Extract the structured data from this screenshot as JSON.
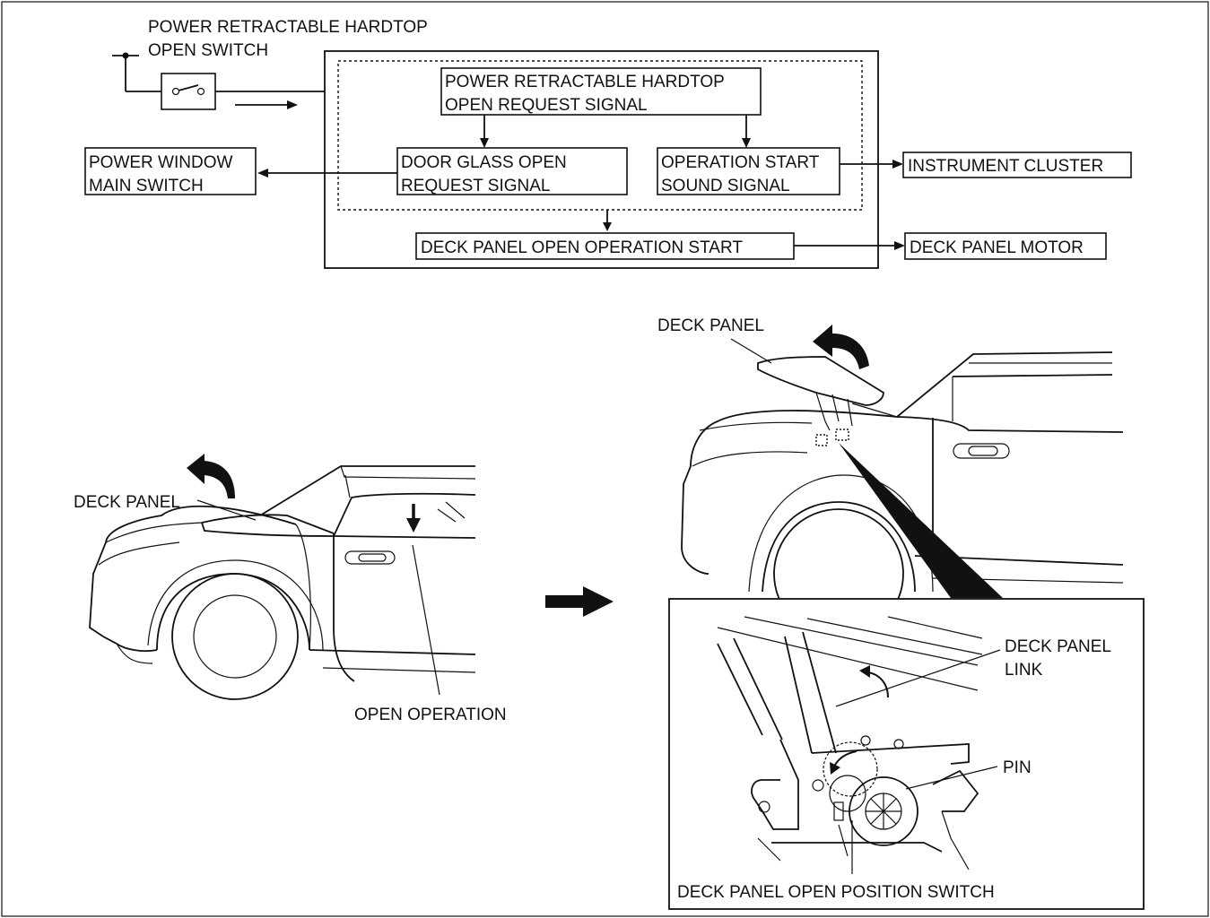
{
  "labels": {
    "switch_line1": "POWER RETRACTABLE HARDTOP",
    "switch_line2": "OPEN SWITCH",
    "request_line1": "POWER RETRACTABLE HARDTOP",
    "request_line2": "OPEN REQUEST SIGNAL",
    "door_glass_line1": "DOOR GLASS OPEN",
    "door_glass_line2": "REQUEST SIGNAL",
    "sound_line1": "OPERATION START",
    "sound_line2": "SOUND SIGNAL",
    "power_window_line1": "POWER WINDOW",
    "power_window_line2": "MAIN SWITCH",
    "instrument_cluster": "INSTRUMENT CLUSTER",
    "deck_open_start": "DECK PANEL OPEN OPERATION START",
    "deck_motor": "DECK PANEL MOTOR",
    "deck_panel_left": "DECK PANEL",
    "deck_panel_right": "DECK PANEL",
    "open_operation": "OPEN OPERATION",
    "link_line1": "DECK PANEL",
    "link_line2": "LINK",
    "pin": "PIN",
    "position_switch": "DECK PANEL OPEN POSITION SWITCH"
  }
}
